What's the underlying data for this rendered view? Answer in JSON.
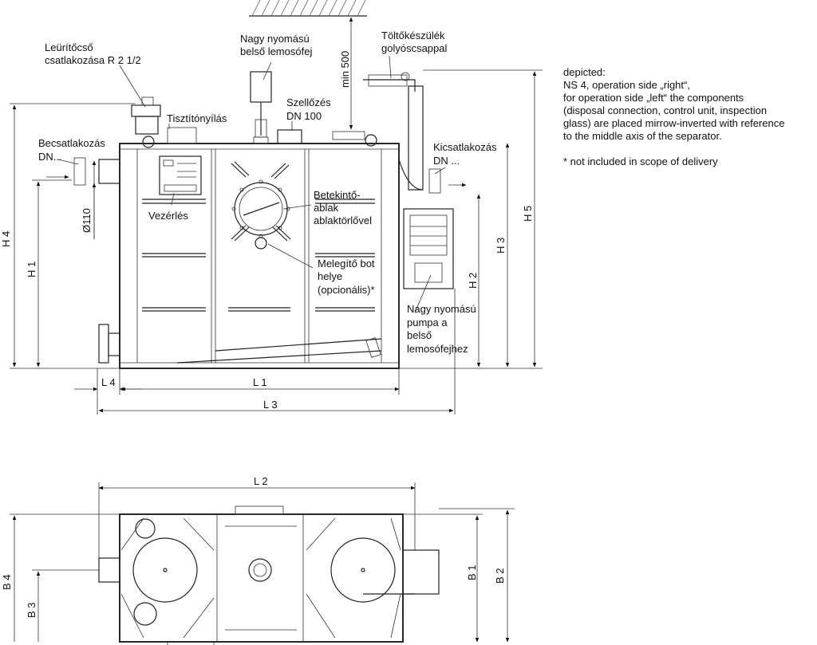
{
  "labels": {
    "disposal_connection": [
      "Leürítőcső",
      "csatlakozása R 2 1/2"
    ],
    "hp_nozzle": [
      "Nagy nyomású",
      "belső lemosófej"
    ],
    "filling_device": [
      "Töltőkészülék",
      "golyóscsappal"
    ],
    "cleaning_opening": "Tisztítónyílás",
    "ventilation": [
      "Szellőzés",
      "DN 100"
    ],
    "inlet": [
      "Becsatlakozás",
      "DN..."
    ],
    "outlet": [
      "Kicsatlakozás",
      "DN ..."
    ],
    "control": "Vezérlés",
    "inspection_glass": [
      "Betekintő-",
      "ablak",
      "ablaktörlővel"
    ],
    "heater": [
      "Melegítő bot",
      "helye",
      "(opcionális)*"
    ],
    "hp_pump": [
      "Nagy nyomású",
      "pumpa a",
      "belső",
      "lemosófejhez"
    ]
  },
  "dimensions": {
    "h1": "H 1",
    "h2": "H 2",
    "h3": "H 3",
    "h4": "H 4",
    "h5": "H 5",
    "l1": "L 1",
    "l2": "L 2",
    "l3": "L 3",
    "l4": "L 4",
    "b1": "B 1",
    "b2": "B 2",
    "b3": "B 3",
    "b4": "B 4",
    "d110": "Ø110",
    "min500": "min 500"
  },
  "notes": {
    "depicted": [
      "depicted:",
      "NS 4,  operation side „right“,",
      "for operation side „left“ the components",
      "(disposal connection, control unit, inspection",
      "glass) are placed mirrow-inverted with reference",
      "to the middle axis of the separator."
    ],
    "footnote": "* not included in scope of delivery"
  }
}
